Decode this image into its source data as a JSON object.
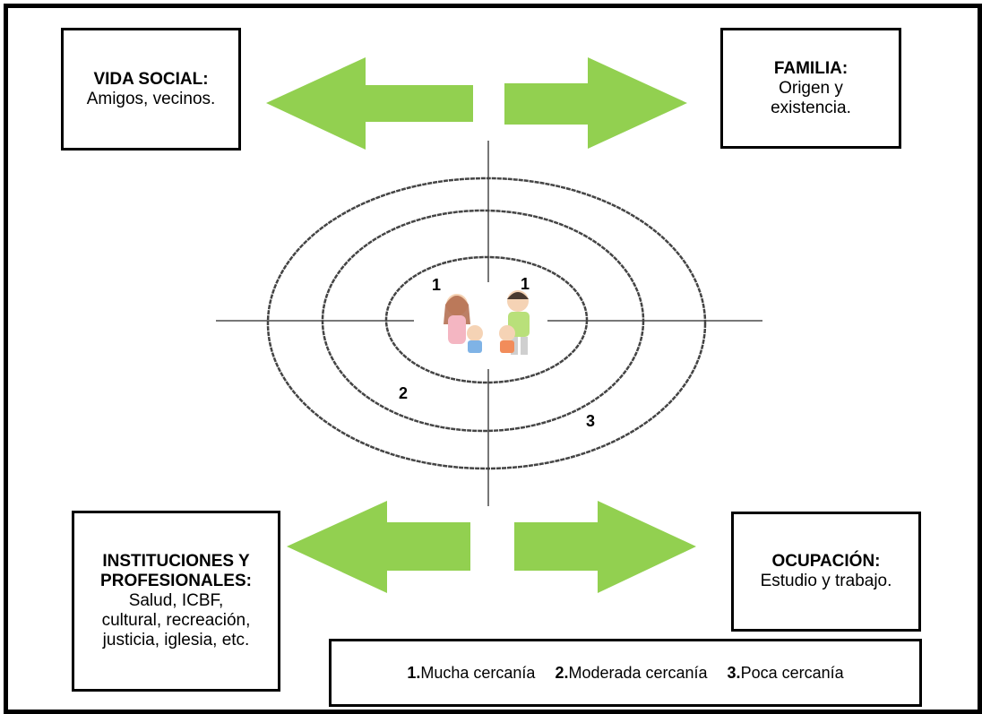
{
  "boxes": {
    "social": {
      "title": "VIDA SOCIAL:",
      "text": "Amigos, vecinos."
    },
    "familia": {
      "title": "FAMILIA:",
      "line1": "Origen y",
      "line2": "existencia."
    },
    "instituciones": {
      "title1": "INSTITUCIONES Y",
      "title2": "PROFESIONALES:",
      "line1": "Salud, ICBF,",
      "line2": "cultural, recreación,",
      "line3": "justicia, iglesia, etc."
    },
    "ocupacion": {
      "title": "OCUPACIÓN:",
      "text": "Estudio y trabajo."
    }
  },
  "ring_labels": {
    "inner_left": "1",
    "inner_right": "1",
    "middle": "2",
    "outer": "3"
  },
  "legend": [
    {
      "num": "1.",
      "label": "Mucha cercanía"
    },
    {
      "num": "2.",
      "label": "Moderada cercanía"
    },
    {
      "num": "3.",
      "label": "Poca cercanía"
    }
  ],
  "colors": {
    "arrow": "#92d050",
    "ring": "#444444",
    "axis": "#777777"
  },
  "center_icon": "family-icon"
}
